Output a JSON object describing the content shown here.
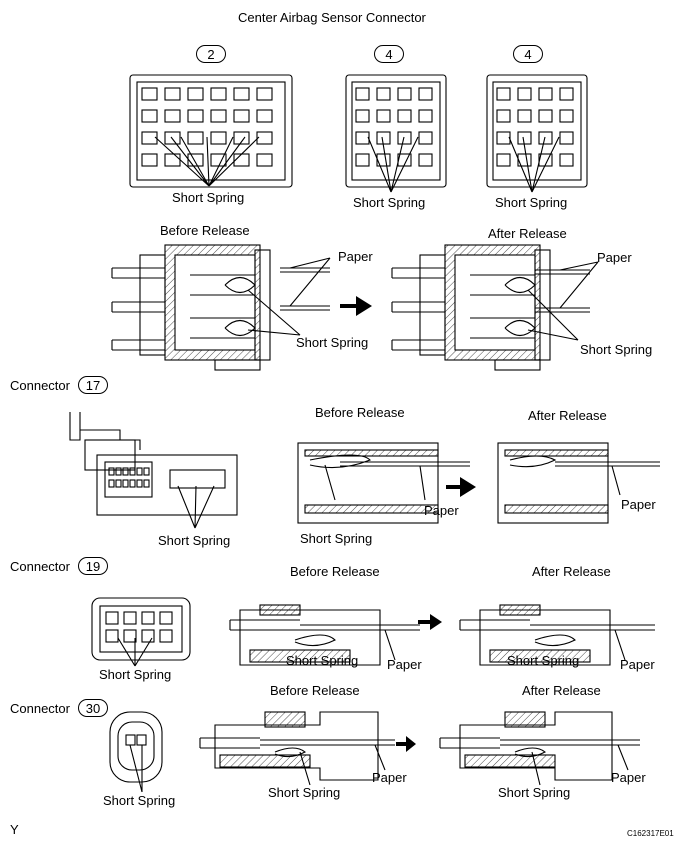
{
  "title": "Center Airbag Sensor Connector",
  "pin_badges": [
    "2",
    "4",
    "4"
  ],
  "connectors": [
    {
      "label": "Connector",
      "badge": "17"
    },
    {
      "label": "Connector",
      "badge": "19"
    },
    {
      "label": "Connector",
      "badge": "30"
    }
  ],
  "labels": {
    "short_spring": "Short Spring",
    "before_release": "Before Release",
    "after_release": "After Release",
    "paper": "Paper"
  },
  "footer": {
    "left": "Y",
    "right": "C162317E01"
  }
}
